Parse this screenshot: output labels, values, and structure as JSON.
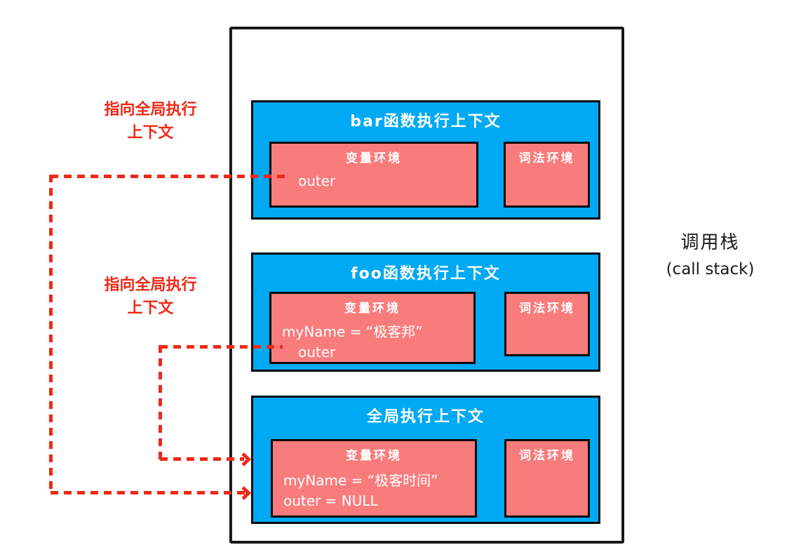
{
  "colors": {
    "context_blue": "#00A9F4",
    "environment_salmon": "#F97C7C",
    "pointer_red": "#EF2917",
    "frame_black": "#161616"
  },
  "annotations": {
    "left_label_top": "指向全局执行\n上下文",
    "left_label_bottom": "指向全局执行\n上下文",
    "right_label_line1": "调用栈",
    "right_label_line2": "(call stack)"
  },
  "contexts": {
    "bar": {
      "title": "bar函数执行上下文",
      "var_env_title": "变量环境",
      "var_line1": "outer",
      "lex_env_title": "词法环境"
    },
    "foo": {
      "title": "foo函数执行上下文",
      "var_env_title": "变量环境",
      "var_line1": "myName = “极客邦”",
      "var_line2": "outer",
      "lex_env_title": "词法环境"
    },
    "global": {
      "title": "全局执行上下文",
      "var_env_title": "变量环境",
      "var_line1": "myName = “极客时间”",
      "var_line2": "outer = NULL",
      "lex_env_title": "词法环境"
    }
  }
}
